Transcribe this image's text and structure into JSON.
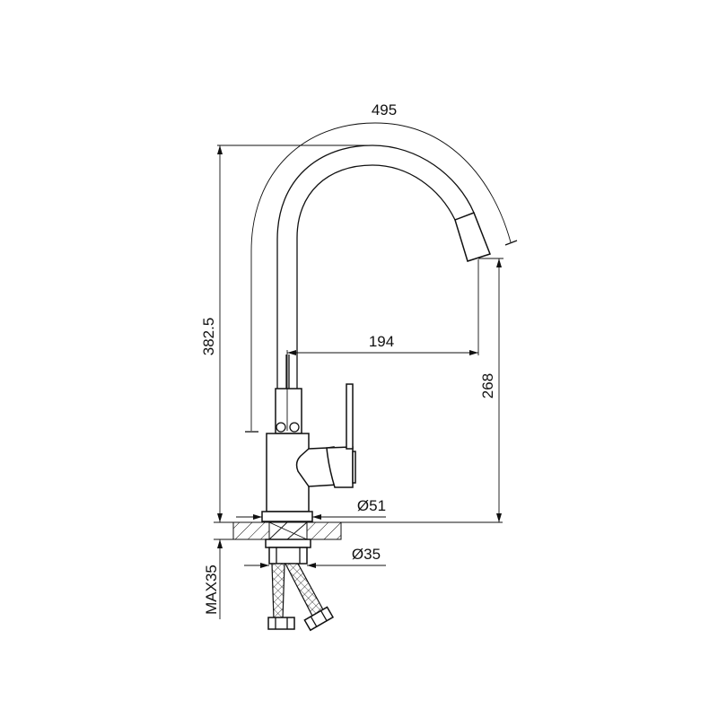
{
  "title": "Kitchen faucet dimension drawing",
  "dimensions": {
    "spout_arc_length": "495",
    "total_height": "382.5",
    "spout_reach": "194",
    "spout_clearance": "268",
    "base_diameter": "Ø51",
    "shank_diameter": "Ø35",
    "max_counter_thickness": "MAX35"
  },
  "colors": {
    "line": "#111111",
    "background": "#ffffff"
  }
}
